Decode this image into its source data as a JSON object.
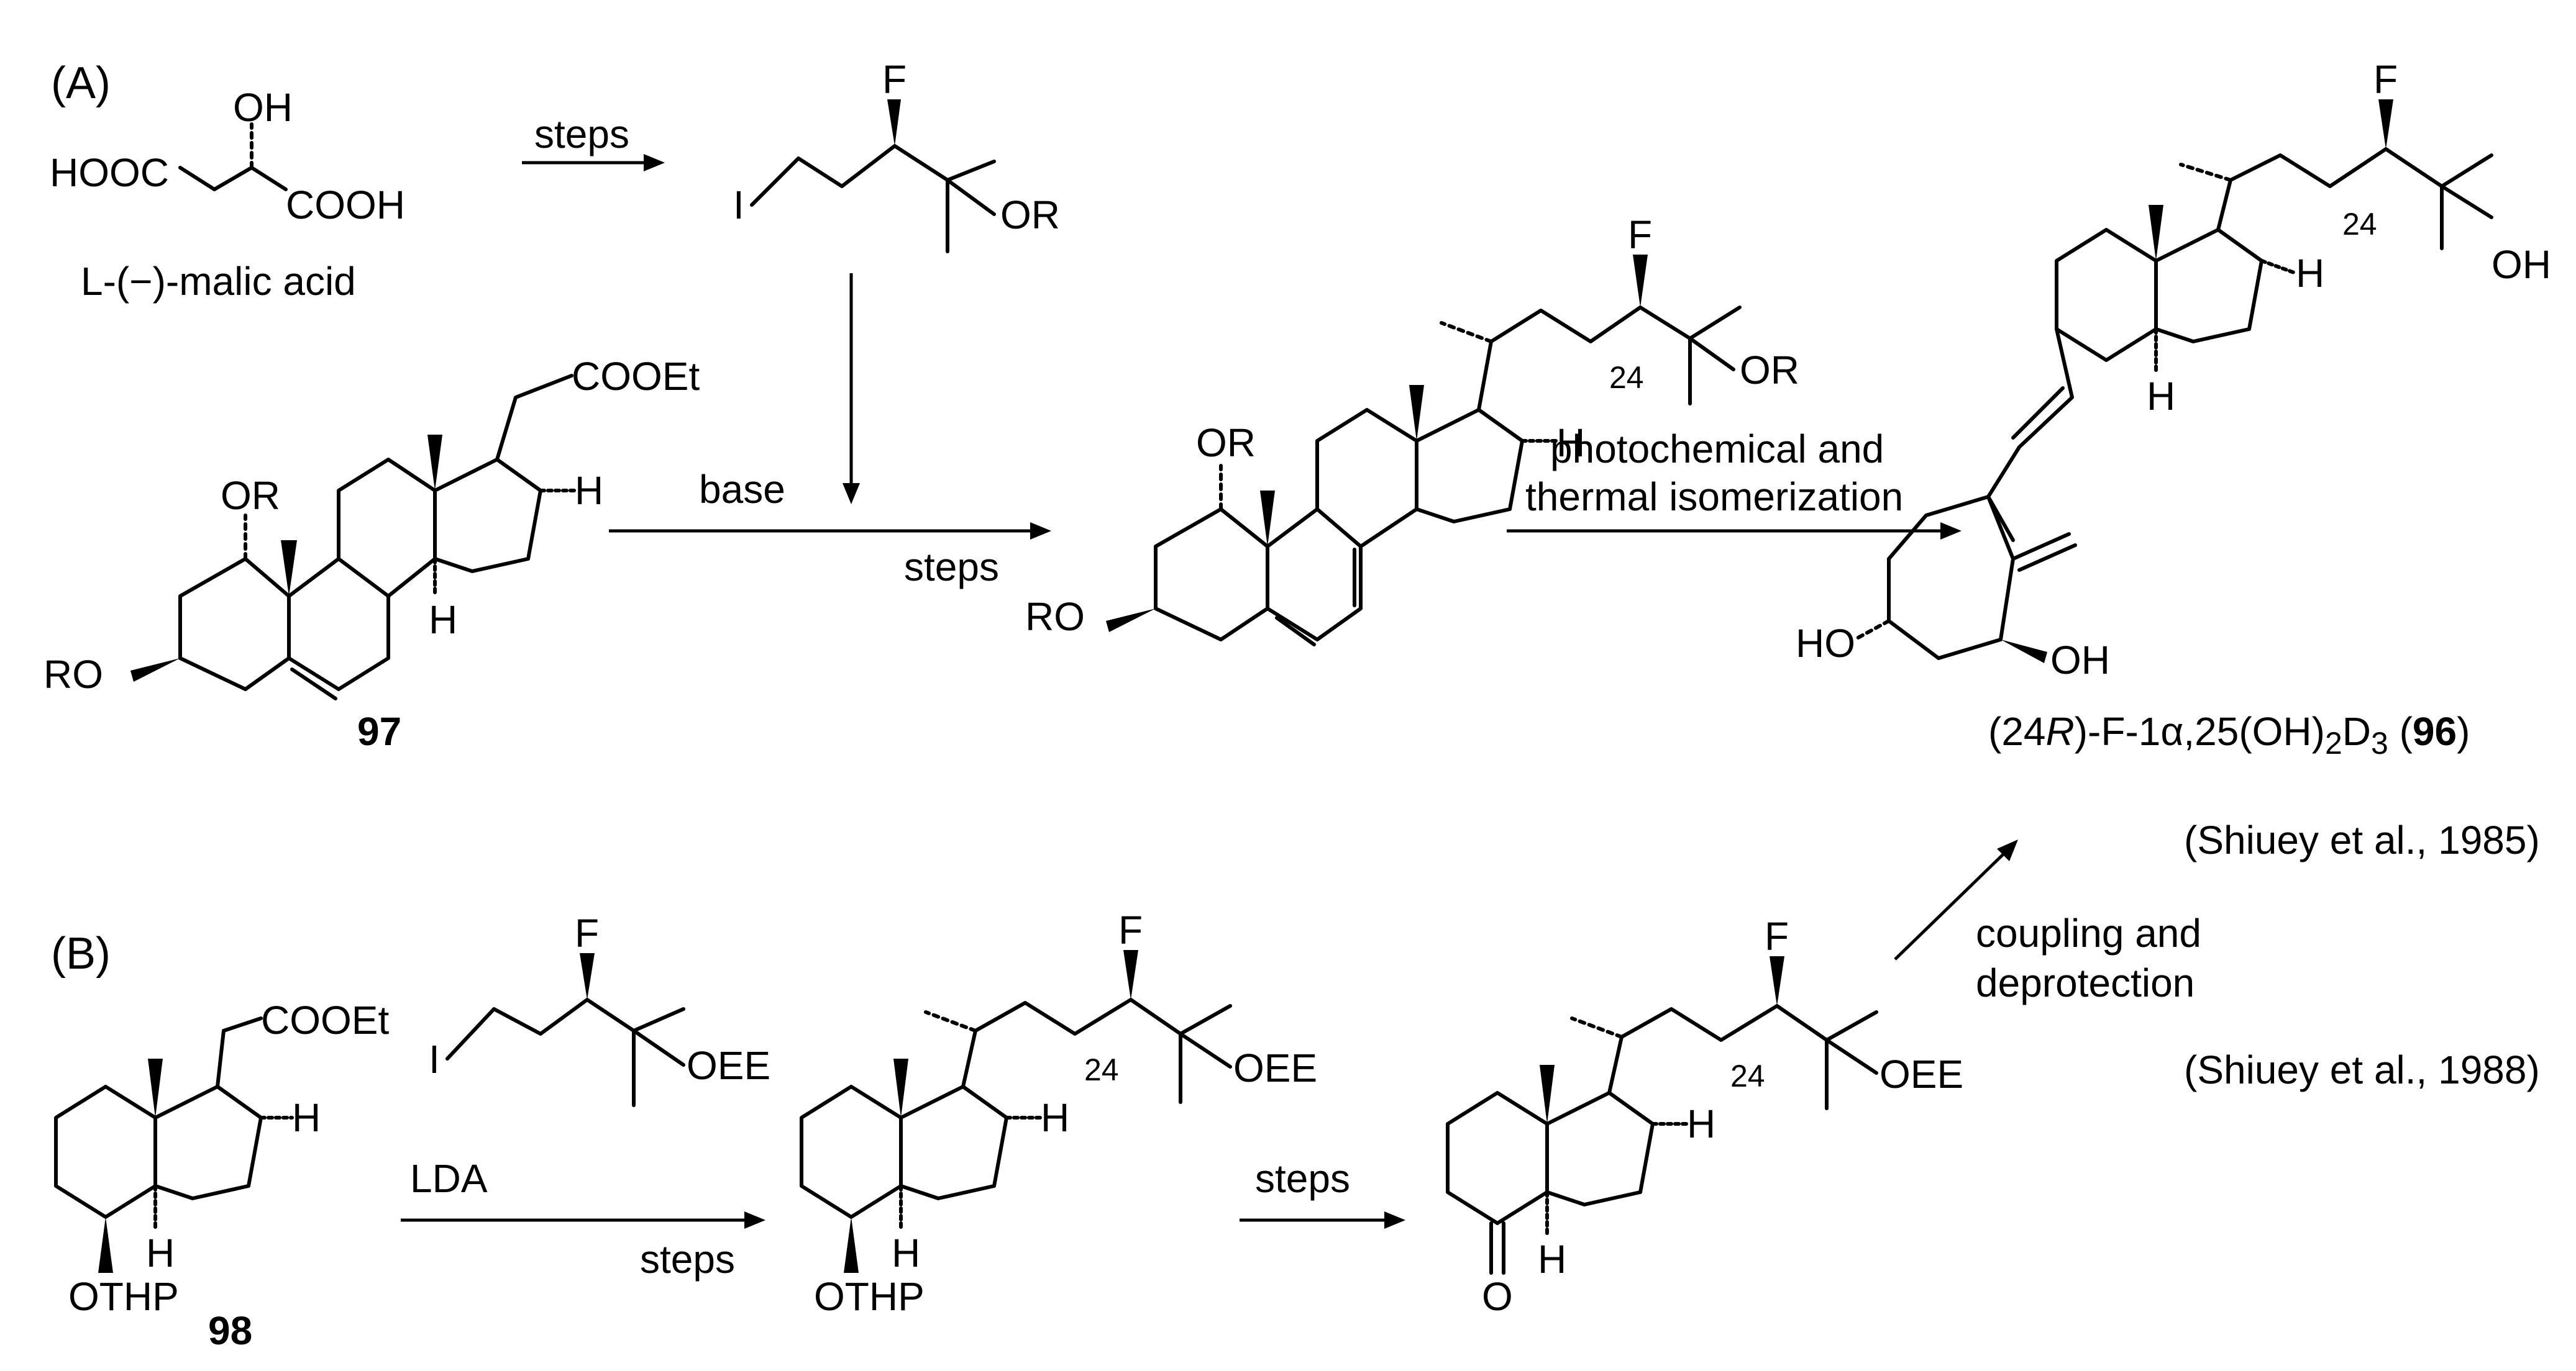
{
  "sections": {
    "a": "(A)",
    "b": "(B)"
  },
  "sm1": {
    "name": "L-(−)-malic acid",
    "oh": "OH",
    "hooc": "HOOC",
    "cooh": "COOH"
  },
  "iodide_a": {
    "i": "I",
    "f": "F",
    "or": "OR"
  },
  "ester97": {
    "cooet": "COOEt",
    "or1": "OR",
    "ro3": "RO",
    "h17": "H",
    "h14": "H",
    "id": "97"
  },
  "triene": {
    "or1": "OR",
    "ro3": "RO",
    "h17": "H",
    "f": "F",
    "c24": "24",
    "or25": "OR"
  },
  "product96": {
    "f": "F",
    "c24": "24",
    "oh25": "OH",
    "h17": "H",
    "h14": "H",
    "ho3": "HO",
    "oh1": "OH",
    "name_prefix": "(24",
    "name_r": "R",
    "name_mid": ")-F-1α,25(OH)",
    "name_sub2": "2",
    "name_d": "D",
    "name_sub3": "3",
    "name_open": " (",
    "name_id": "96",
    "name_close": ")"
  },
  "refs": {
    "r1985": "(Shiuey et al., 1985)",
    "r1988": "(Shiuey et al., 1988)"
  },
  "arrows": {
    "a1": "steps",
    "a3_top": "base",
    "a3_bot": "steps",
    "a4_top": "photochemical and",
    "a4_bot": "thermal isomerization",
    "b1_top": "LDA",
    "b1_bot": "steps",
    "b2": "steps",
    "b3_top": "coupling and",
    "b3_bot": "deprotection"
  },
  "ester98": {
    "cooet": "COOEt",
    "h17": "H",
    "h14": "H",
    "othp": "OTHP",
    "id": "98"
  },
  "iodide_b": {
    "i": "I",
    "f": "F",
    "oee": "OEE"
  },
  "ee_cd": {
    "f": "F",
    "c24": "24",
    "oee": "OEE",
    "h17": "H",
    "h14": "H",
    "othp": "OTHP"
  },
  "ketone": {
    "f": "F",
    "c24": "24",
    "oee": "OEE",
    "h17": "H",
    "h14": "H",
    "o": "O"
  }
}
